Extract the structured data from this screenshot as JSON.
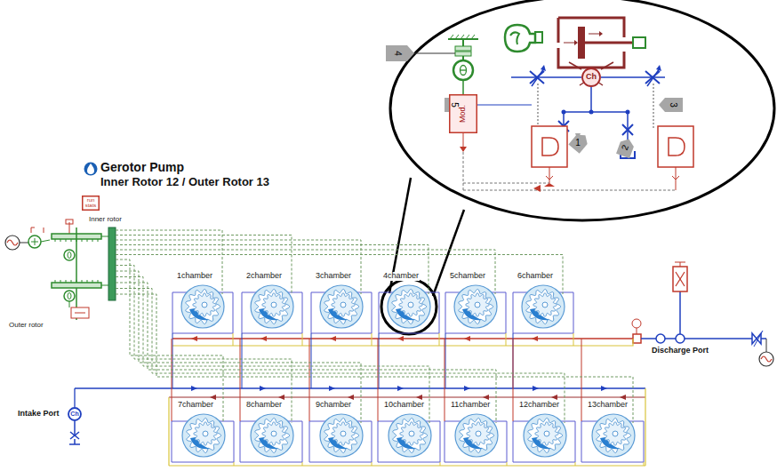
{
  "diagram": {
    "title": "Gerotor Pump",
    "nodes": [
      {
        "text": [
          "Mod."
        ]
      },
      {
        "text": [
          "Ch"
        ]
      },
      {
        "text": [
          "run stats"
        ]
      },
      {
        "text": [
          "1chamber"
        ]
      },
      {
        "text": [
          "2chamber"
        ]
      },
      {
        "text": [
          "3chamber"
        ]
      },
      {
        "text": [
          "4chamber"
        ]
      },
      {
        "text": [
          "5chamber"
        ]
      },
      {
        "text": [
          "6chamber"
        ]
      },
      {
        "text": [
          "7chamber"
        ]
      },
      {
        "text": [
          "8chamber"
        ]
      },
      {
        "text": [
          "9chamber"
        ]
      },
      {
        "text": [
          "10chamber"
        ]
      },
      {
        "text": [
          "11chamber"
        ]
      },
      {
        "text": [
          "12chamber"
        ]
      },
      {
        "text": [
          "13chamber"
        ]
      },
      {
        "text": [
          "Ch"
        ]
      }
    ],
    "labels": [
      "Inner Rotor 12 / Outer Rotor 13",
      "Inner rotor",
      "Outer rotor",
      "Intake Port",
      "Discharge Port",
      "4",
      "5",
      "3",
      "1",
      "2"
    ]
  }
}
